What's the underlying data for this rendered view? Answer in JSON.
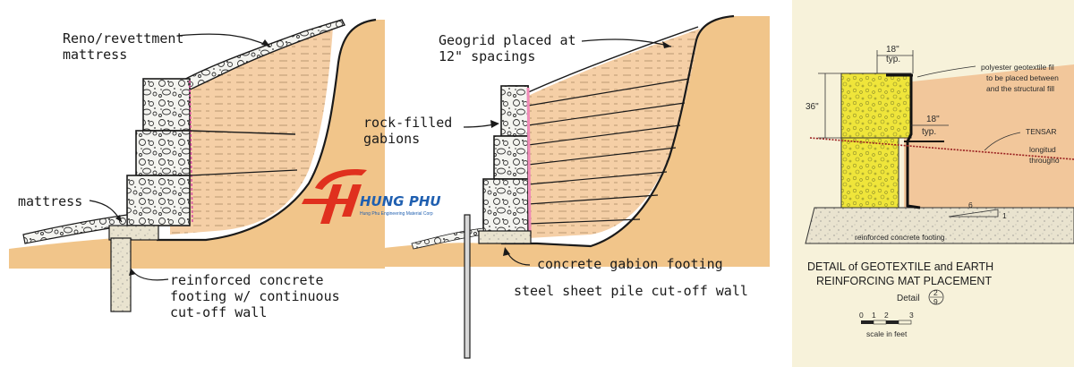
{
  "panel_left": {
    "label_mattress_top": [
      "Reno/revettment",
      "mattress"
    ],
    "label_mattress": "mattress",
    "label_footing": [
      "reinforced concrete",
      "footing w/ continuous",
      "cut-off wall"
    ]
  },
  "panel_middle": {
    "label_geogrid": [
      "Geogrid placed at",
      "12\" spacings"
    ],
    "label_gabions": [
      "rock-filled",
      "gabions"
    ],
    "label_footing": "concrete gabion footing",
    "label_wall": "steel sheet pile cut-off wall"
  },
  "logo": {
    "name": "HUNG PHU",
    "tagline": "Hung Phu Engineering Material Corp"
  },
  "panel_right": {
    "dim_top": [
      "18\"",
      "typ."
    ],
    "dim_height": "36\"",
    "dim_mid": [
      "18\"",
      "typ."
    ],
    "note_geotextile": [
      "polyester geotextile fil",
      "to be placed between",
      "and the structural fill"
    ],
    "note_tensar": "TENSAR",
    "note_longit": [
      "longitud",
      "througho"
    ],
    "slope_run": "6",
    "slope_rise": "1",
    "label_footing": "reinforced concrete footing",
    "title": [
      "DETAIL of GEOTEXTILE and EARTH",
      "REINFORCING MAT PLACEMENT"
    ],
    "detail_label": "Detail",
    "detail_num": "2",
    "detail_den": "9",
    "scale_ticks": [
      "0",
      "1",
      "2",
      "3"
    ],
    "scale_caption": "scale in feet"
  },
  "colors": {
    "fill_orange": "#f1c58a",
    "fill_peach": "#f5cfa6",
    "pink_geotextile": "#f08ab8",
    "gabion_yellow": "#efe53a",
    "paper_cream": "#f7f2da",
    "logo_red": "#e0301e",
    "logo_blue": "#1f5fb0"
  }
}
